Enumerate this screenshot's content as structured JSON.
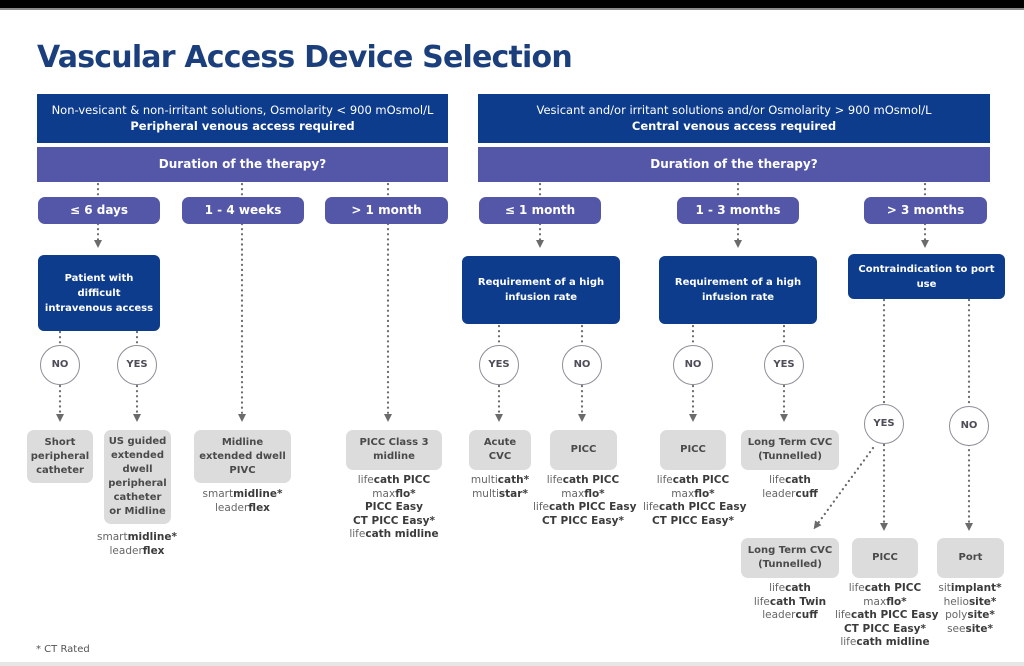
{
  "title": "Vascular Access Device Selection",
  "colors": {
    "title": "#1b3f7c",
    "header": "#0e3c8c",
    "question": "#5457a8",
    "result": "#dcdcdc"
  },
  "peripheral": {
    "condition": "Non-vesicant & non-irritant solutions, Osmolarity < 900 mOsmol/L",
    "requirement": "Peripheral venous access required",
    "question": "Duration of the therapy?",
    "durations": [
      "≤ 6 days",
      "1 - 4 weeks",
      "> 1 month"
    ],
    "decision": "Patient with difficult intravenous access",
    "answers": [
      "NO",
      "YES"
    ],
    "results": [
      {
        "label": "Short peripheral catheter",
        "products": []
      },
      {
        "label": "US guided extended dwell peripheral catheter or Midline",
        "products": [
          [
            [
              "smart",
              ""
            ],
            [
              "midline*",
              "b"
            ]
          ],
          [
            [
              "leader",
              ""
            ],
            [
              "flex",
              "b"
            ]
          ]
        ]
      },
      {
        "label": "Midline extended dwell PIVC",
        "products": [
          [
            [
              "smart",
              ""
            ],
            [
              "midline*",
              "b"
            ]
          ],
          [
            [
              "leader",
              ""
            ],
            [
              "flex",
              "b"
            ]
          ]
        ]
      },
      {
        "label": "PICC Class 3 midline",
        "products": [
          [
            [
              "life",
              ""
            ],
            [
              "cath PICC",
              "b"
            ]
          ],
          [
            [
              "max",
              ""
            ],
            [
              "flo*",
              "b"
            ]
          ],
          [
            [
              "PICC Easy",
              "b"
            ]
          ],
          [
            [
              "CT PICC Easy*",
              "b"
            ]
          ],
          [
            [
              "life",
              ""
            ],
            [
              "cath midline",
              "b"
            ]
          ]
        ]
      }
    ]
  },
  "central": {
    "condition": "Vesicant and/or irritant solutions and/or Osmolarity > 900 mOsmol/L",
    "requirement": "Central venous access required",
    "question": "Duration of the therapy?",
    "durations": [
      "≤ 1 month",
      "1 - 3 months",
      "> 3 months"
    ],
    "decisions": [
      "Requirement of a high infusion rate",
      "Requirement of a high infusion rate",
      "Contraindication to port use"
    ],
    "answers": [
      "YES",
      "NO",
      "NO",
      "YES",
      "YES",
      "NO"
    ],
    "results": [
      {
        "label": "Acute CVC",
        "products": [
          [
            [
              "multi",
              ""
            ],
            [
              "cath*",
              "b"
            ]
          ],
          [
            [
              "multi",
              ""
            ],
            [
              "star*",
              "b"
            ]
          ]
        ]
      },
      {
        "label": "PICC",
        "products": [
          [
            [
              "life",
              ""
            ],
            [
              "cath PICC",
              "b"
            ]
          ],
          [
            [
              "max",
              ""
            ],
            [
              "flo*",
              "b"
            ]
          ],
          [
            [
              "life",
              ""
            ],
            [
              "cath PICC Easy",
              "b"
            ]
          ],
          [
            [
              "CT PICC Easy*",
              "b"
            ]
          ]
        ]
      },
      {
        "label": "PICC",
        "products": [
          [
            [
              "life",
              ""
            ],
            [
              "cath PICC",
              "b"
            ]
          ],
          [
            [
              "max",
              ""
            ],
            [
              "flo*",
              "b"
            ]
          ],
          [
            [
              "life",
              ""
            ],
            [
              "cath PICC Easy",
              "b"
            ]
          ],
          [
            [
              "CT PICC Easy*",
              "b"
            ]
          ]
        ]
      },
      {
        "label": "Long Term CVC (Tunnelled)",
        "products": [
          [
            [
              "life",
              ""
            ],
            [
              "cath",
              "b"
            ]
          ],
          [
            [
              "leader",
              ""
            ],
            [
              "cuff",
              "b"
            ]
          ]
        ]
      },
      {
        "label": "Long Term CVC (Tunnelled)",
        "products": [
          [
            [
              "life",
              ""
            ],
            [
              "cath",
              "b"
            ]
          ],
          [
            [
              "life",
              ""
            ],
            [
              "cath Twin",
              "b"
            ]
          ],
          [
            [
              "leader",
              ""
            ],
            [
              "cuff",
              "b"
            ]
          ]
        ]
      },
      {
        "label": "PICC",
        "products": [
          [
            [
              "life",
              ""
            ],
            [
              "cath PICC",
              "b"
            ]
          ],
          [
            [
              "max",
              ""
            ],
            [
              "flo*",
              "b"
            ]
          ],
          [
            [
              "life",
              ""
            ],
            [
              "cath PICC Easy",
              "b"
            ]
          ],
          [
            [
              "CT PICC Easy*",
              "b"
            ]
          ],
          [
            [
              "life",
              ""
            ],
            [
              "cath midline",
              "b"
            ]
          ]
        ]
      },
      {
        "label": "Port",
        "products": [
          [
            [
              "sit",
              ""
            ],
            [
              "implant*",
              "b"
            ]
          ],
          [
            [
              "helio",
              ""
            ],
            [
              "site*",
              "b"
            ]
          ],
          [
            [
              "poly",
              ""
            ],
            [
              "site*",
              "b"
            ]
          ],
          [
            [
              "see",
              ""
            ],
            [
              "site*",
              "b"
            ]
          ]
        ]
      }
    ]
  },
  "footnote": "* CT Rated"
}
